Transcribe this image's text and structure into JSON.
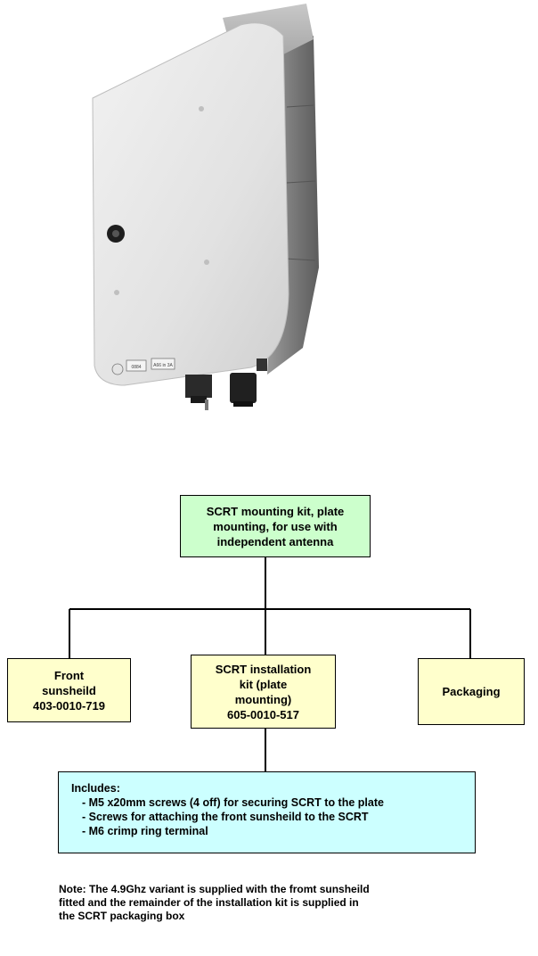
{
  "photo": {
    "description_icon": "scrt-unit-photo",
    "label_left": "0884",
    "label_right": "A66 in 3A"
  },
  "diagram": {
    "root": "SCRT mounting kit, plate\nmounting, for use with\nindependent  antenna",
    "children": [
      "Front\nsunsheild\n403-0010-719",
      "SCRT installation\nkit (plate\nmounting)\n605-0010-517",
      "Packaging"
    ],
    "includes": {
      "title": "Includes:",
      "items": [
        "- M5 x20mm screws (4 off) for securing SCRT to the plate",
        "- Screws for attaching the front sunsheild to the SCRT",
        "- M6  crimp ring terminal"
      ]
    },
    "note": "Note: The 4.9Ghz variant is supplied with the fromt sunsheild\nfitted and the remainder of the installation kit is supplied in\nthe SCRT packaging box"
  },
  "colors": {
    "root_fill": "#ccffcc",
    "child_fill": "#ffffcc",
    "includes_fill": "#ccffff",
    "line": "#000000"
  }
}
